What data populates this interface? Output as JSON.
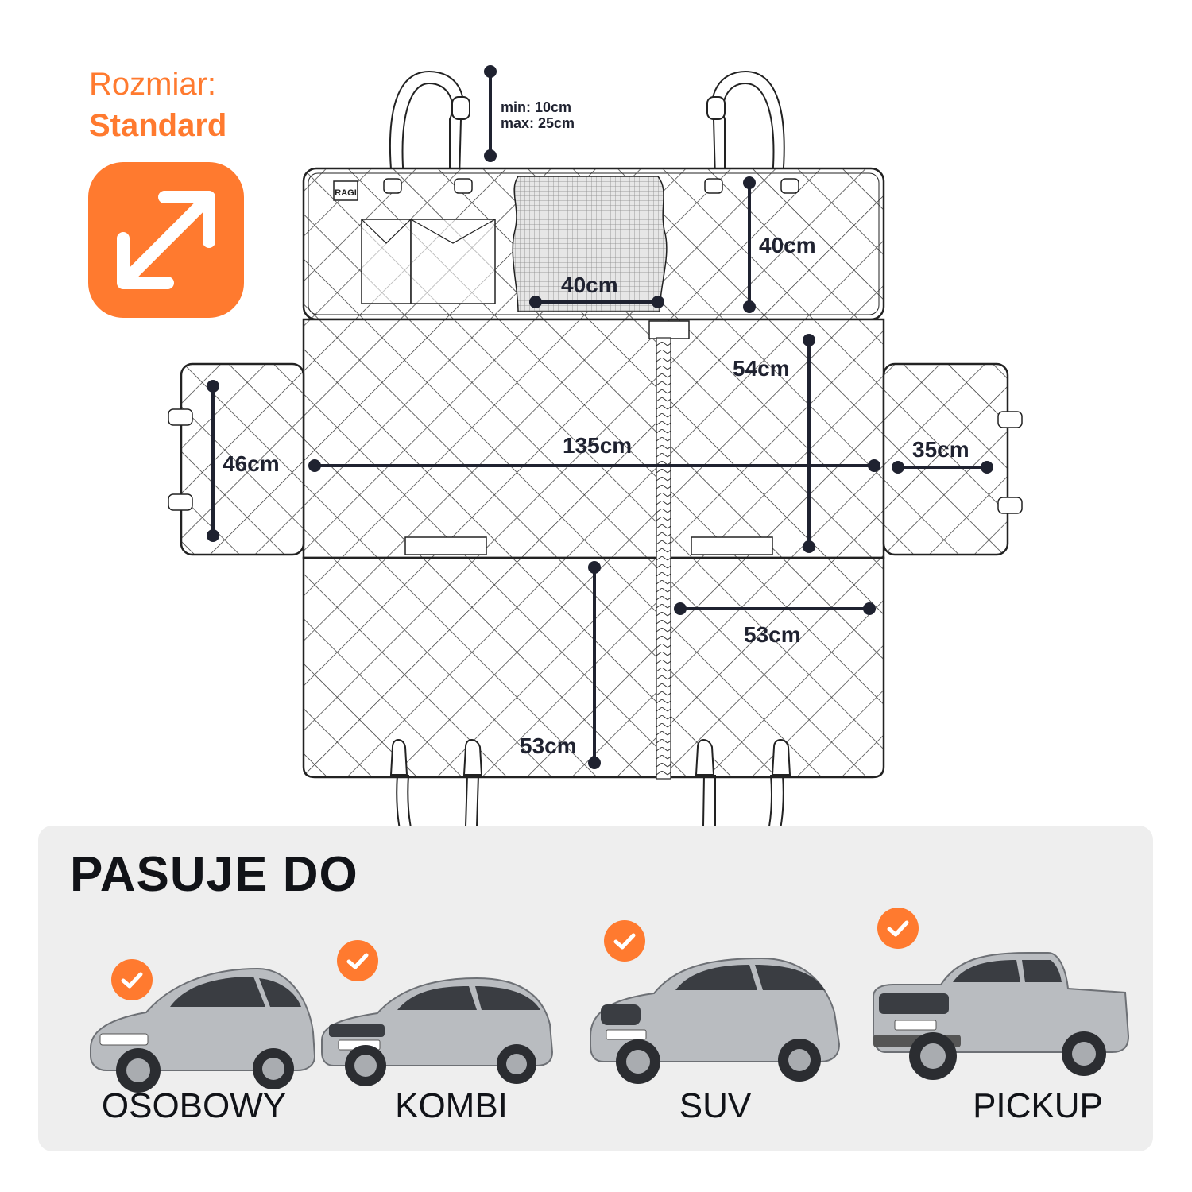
{
  "header": {
    "size_label": "Rozmiar:",
    "size_value": "Standard",
    "size_icon": "expand-diagonal-icon",
    "accent_color": "#ff7a2f"
  },
  "diagram": {
    "brand_logo": "RAGI",
    "strap_adjust_min": "min: 10cm",
    "strap_adjust_max": "max: 25cm",
    "dims": {
      "mesh_width": "40cm",
      "backrest_height": "40cm",
      "seat_depth_right": "54cm",
      "total_width": "135cm",
      "side_flap_height": "46cm",
      "side_flap_width": "35cm",
      "front_flap_width": "53cm",
      "front_flap_height": "53cm"
    }
  },
  "fits": {
    "title": "PASUJE DO",
    "check_icon": "check-icon",
    "cars": [
      {
        "label": "OSOBOWY"
      },
      {
        "label": "KOMBI"
      },
      {
        "label": "SUV"
      },
      {
        "label": "PICKUP"
      }
    ]
  }
}
